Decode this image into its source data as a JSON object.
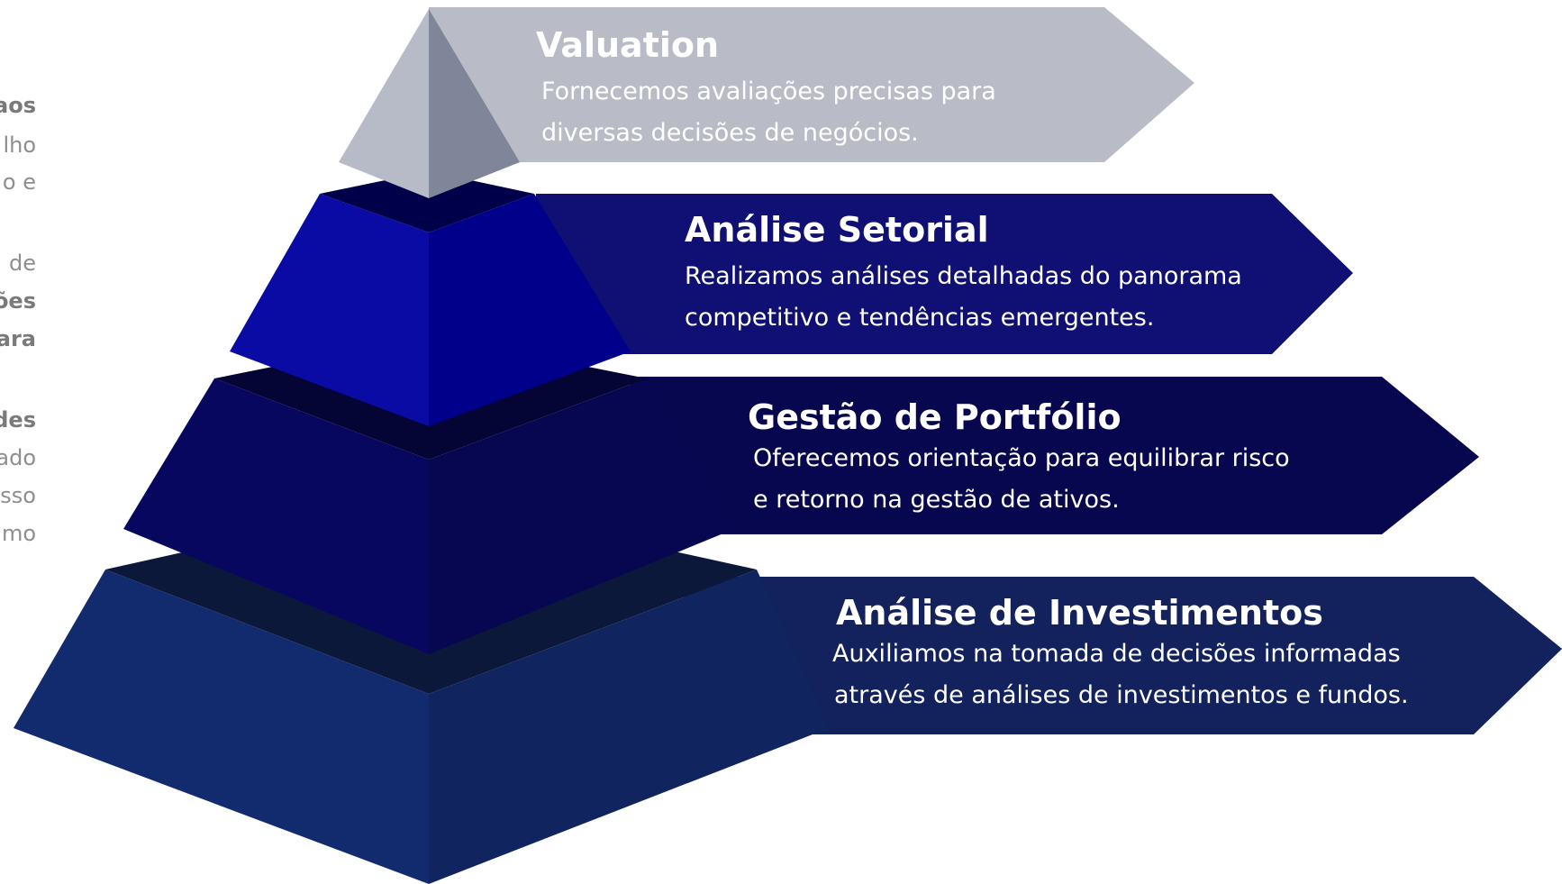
{
  "side_text": {
    "fragments": [
      {
        "text": "aos",
        "bold": true
      },
      {
        "text": "lho",
        "bold": false
      },
      {
        "text": "o e",
        "bold": false
      },
      {
        "text": "de",
        "bold": false
      },
      {
        "text": "ões",
        "bold": true
      },
      {
        "text": "ara",
        "bold": true
      },
      {
        "text": "des",
        "bold": true
      },
      {
        "text": "ado",
        "bold": false
      },
      {
        "text": "sso",
        "bold": false
      },
      {
        "text": "mo",
        "bold": false
      }
    ]
  },
  "tiers": [
    {
      "title": "Valuation",
      "description_line1": "Fornecemos avaliações precisas para",
      "description_line2": "diversas decisões de negócios.",
      "colors": {
        "banner": "#b9bcc6",
        "face_left": "#b6bbc7",
        "face_right": "#7f8699"
      }
    },
    {
      "title": "Análise Setorial",
      "description_line1": "Realizamos análises detalhadas do panorama",
      "description_line2": "competitivo e tendências emergentes.",
      "colors": {
        "banner": "#0f0f74",
        "face_left": "#0a0aa5",
        "face_right": "#00008b",
        "ledge": "#00004a"
      }
    },
    {
      "title": "Gestão de Portfólio",
      "description_line1": "Oferecemos orientação para equilibrar risco",
      "description_line2": "e retorno na gestão de ativos.",
      "colors": {
        "banner": "#07074f",
        "face_left": "#070760",
        "face_right": "#060651",
        "ledge": "#050535"
      }
    },
    {
      "title": "Análise de Investimentos",
      "description_line1": "Auxiliamos na tomada de decisões informadas",
      "description_line2": "através de análises de investimentos e fundos.",
      "colors": {
        "banner": "#13225c",
        "face_left": "#122a6e",
        "face_right": "#10245f",
        "ledge": "#0c1839"
      }
    }
  ]
}
